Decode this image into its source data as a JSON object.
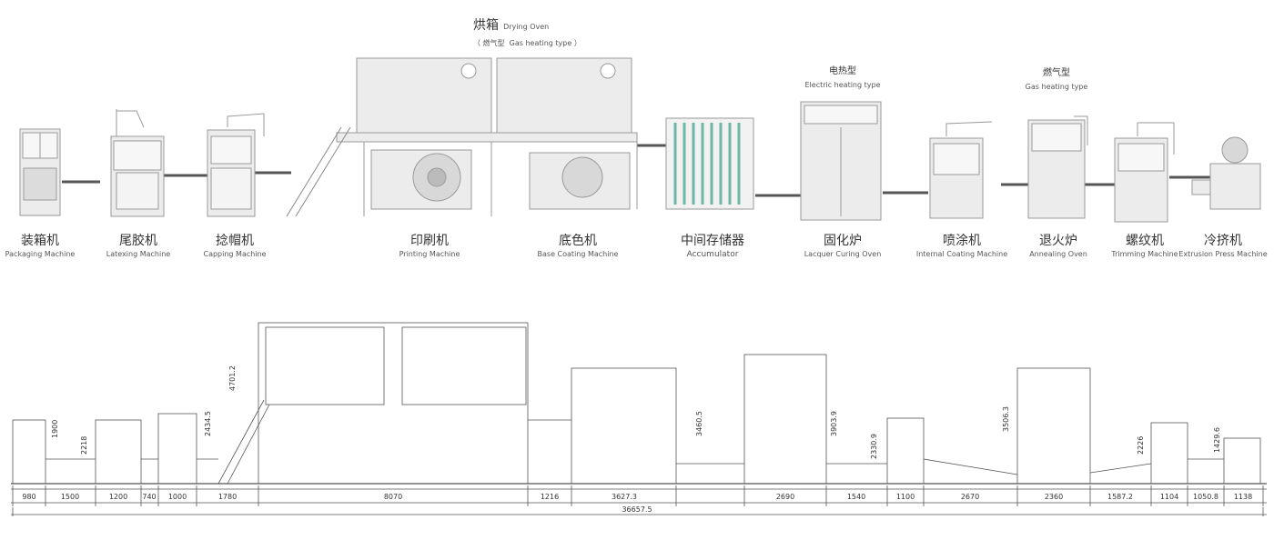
{
  "oven_header": {
    "cn": "烘箱",
    "en": "Drying Oven",
    "sub_cn": "（ 燃气型",
    "sub_en": "Gas heating type ）"
  },
  "curing_header": {
    "cn": "电热型",
    "en": "Electric heating type"
  },
  "annealing_header": {
    "cn": "燃气型",
    "en": "Gas heating type"
  },
  "machines": [
    {
      "cn": "装箱机",
      "en": "Packaging Machine"
    },
    {
      "cn": "尾胶机",
      "en": "Latexing Machine"
    },
    {
      "cn": "捻帽机",
      "en": "Capping Machine"
    },
    {
      "cn": "印刷机",
      "en": "Printing Machine"
    },
    {
      "cn": "底色机",
      "en": "Base Coating Machine"
    },
    {
      "cn": "中间存储器",
      "en": "Accumulator"
    },
    {
      "cn": "固化炉",
      "en": "Lacquer Curing Oven"
    },
    {
      "cn": "喷涂机",
      "en": "Internal Coating Machine"
    },
    {
      "cn": "退火炉",
      "en": "Annealing Oven"
    },
    {
      "cn": "螺纹机",
      "en": "Trimming Machine"
    },
    {
      "cn": "冷挤机",
      "en": "Extrusion Press Machine"
    }
  ],
  "lengths": [
    "980",
    "1500",
    "1200",
    "740",
    "1000",
    "1780",
    "8070",
    "1216",
    "3627.3",
    "2690",
    "1540",
    "1100",
    "2670",
    "2360",
    "1587.2",
    "1104",
    "1050.8",
    "1138"
  ],
  "total_length": "36657.5",
  "heights": [
    "1900",
    "2218",
    "2434.5",
    "4701.2",
    "3460.5",
    "3903.9",
    "2330.9",
    "3506.3",
    "2226",
    "1429.6"
  ]
}
